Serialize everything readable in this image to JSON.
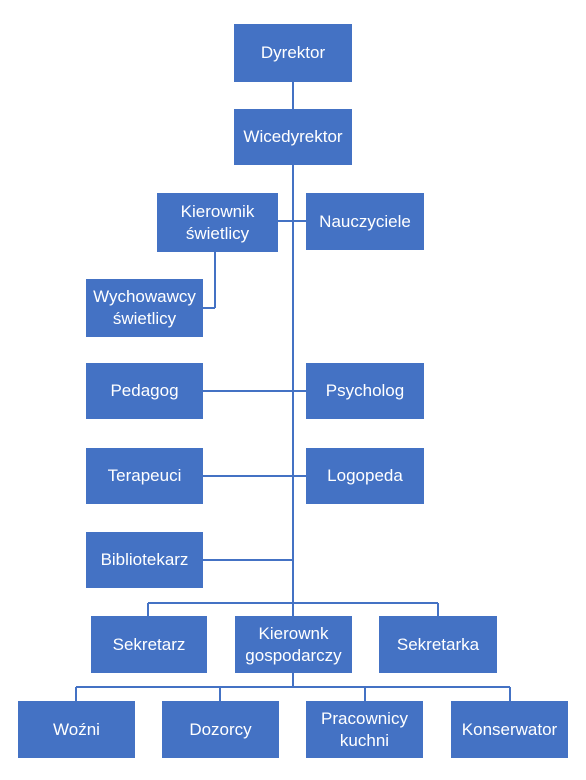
{
  "org_chart": {
    "boxes": {
      "dyrektor": "Dyrektor",
      "wicedyrektor": "Wicedyrektor",
      "kierownik_swietlicy": "Kierownik\nświetlicy",
      "nauczyciele": "Nauczyciele",
      "wychowawcy_swietlicy": "Wychowawcy\nświetlicy",
      "pedagog": "Pedagog",
      "psycholog": "Psycholog",
      "terapeuci": "Terapeuci",
      "logopeda": "Logopeda",
      "bibliotekarz": "Bibliotekarz",
      "sekretarz": "Sekretarz",
      "kierownik_gospodarczy": "Kierownk\ngospodarczy",
      "sekretarka": "Sekretarka",
      "wozni": "Woźni",
      "dozorcy": "Dozorcy",
      "pracownicy_kuchni": "Pracownicy\nkuchni",
      "konserwator": "Konserwator"
    },
    "colors": {
      "box": "#4472c4",
      "line": "#4472c4",
      "text": "#ffffff"
    }
  }
}
